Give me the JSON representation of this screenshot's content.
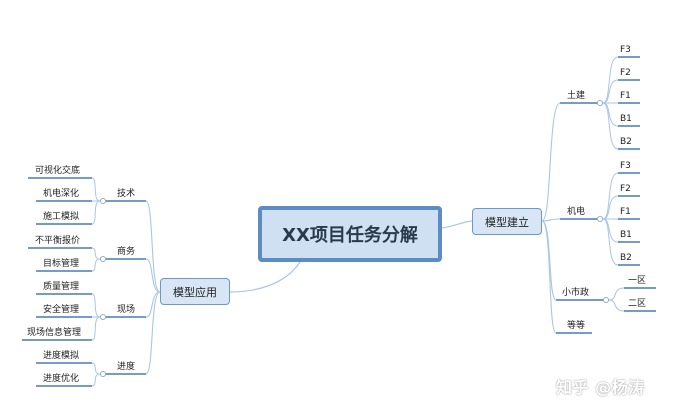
{
  "center": {
    "label": "XX项目任务分解"
  },
  "right": {
    "label": "模型建立",
    "children": [
      {
        "label": "土建",
        "children": [
          "F3",
          "F2",
          "F1",
          "B1",
          "B2"
        ]
      },
      {
        "label": "机电",
        "children": [
          "F3",
          "F2",
          "F1",
          "B1",
          "B2"
        ]
      },
      {
        "label": "小市政",
        "children": [
          "一区",
          "二区"
        ]
      },
      {
        "label": "等等",
        "children": []
      }
    ]
  },
  "left": {
    "label": "模型应用",
    "children": [
      {
        "label": "技术",
        "children": [
          "可视化交底",
          "机电深化",
          "施工模拟"
        ]
      },
      {
        "label": "商务",
        "children": [
          "不平衡报价",
          "目标管理"
        ]
      },
      {
        "label": "现场",
        "children": [
          "质量管理",
          "安全管理",
          "现场信息管理"
        ]
      },
      {
        "label": "进度",
        "children": [
          "进度模拟",
          "进度优化"
        ]
      }
    ]
  },
  "watermark": "知乎 @杨涛",
  "colors": {
    "line": "#a9c6e4",
    "underline": "#4a7ab5",
    "node_fill": "#d7e5f4",
    "node_border": "#6d98cc",
    "center_border": "#5b8cc6"
  }
}
